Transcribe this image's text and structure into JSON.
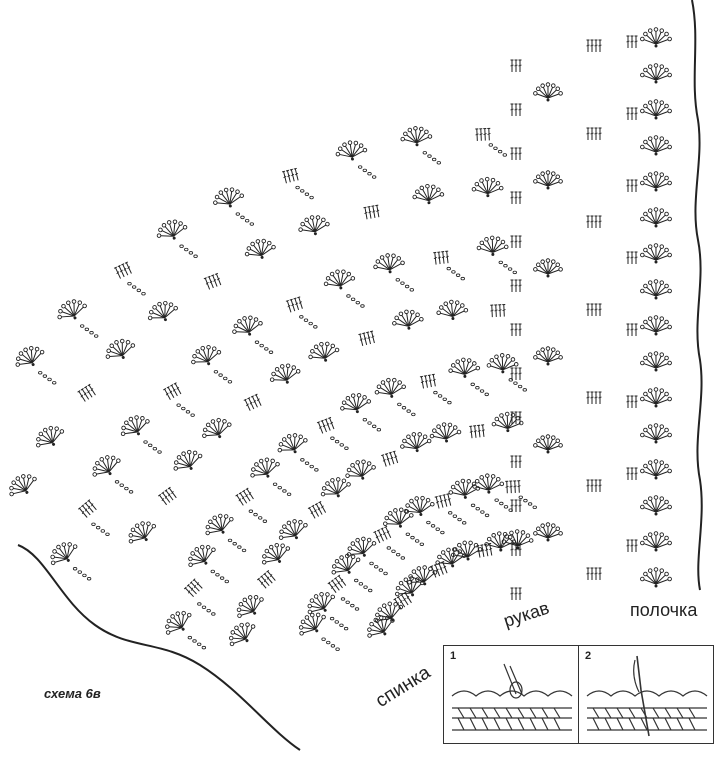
{
  "labels": {
    "scheme": "схема 6в",
    "back": "спинка",
    "sleeve": "рукав",
    "front": "полочка"
  },
  "inset": {
    "step1": "1",
    "step2": "2"
  },
  "colors": {
    "ink": "#222222",
    "background": "#ffffff"
  }
}
